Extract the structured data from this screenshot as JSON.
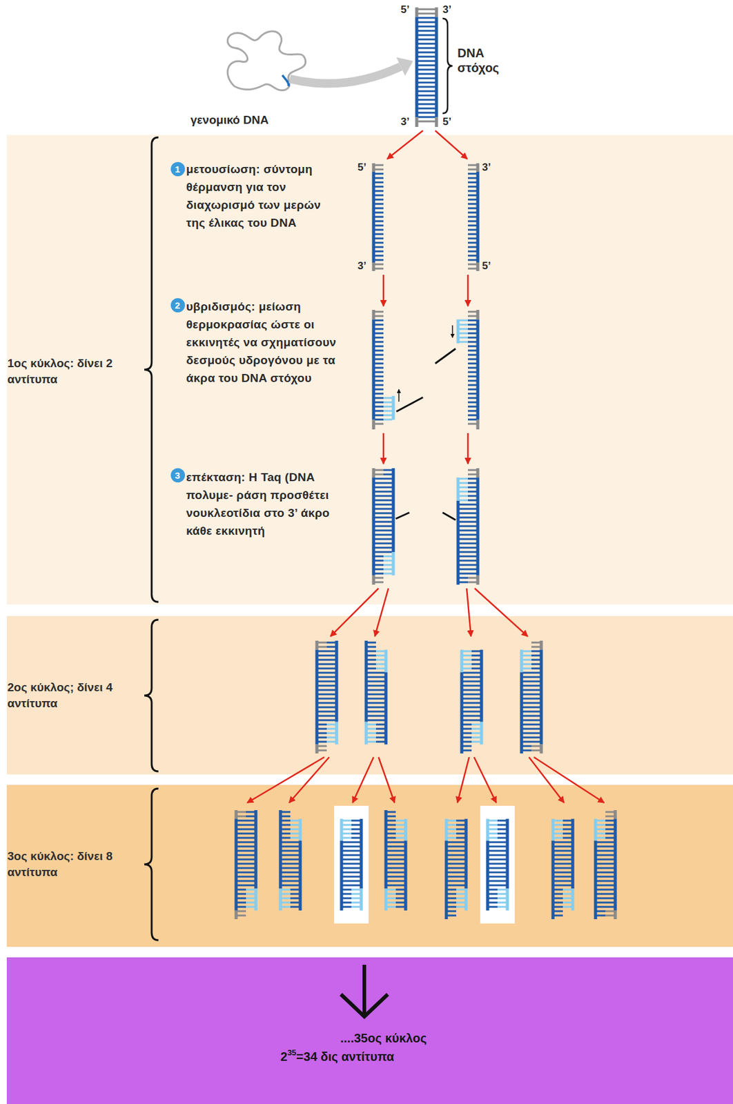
{
  "diagram": {
    "nodes": [
      {
        "text": [
          "1ος κύκλος: δίνει 2 αντίτυπα"
        ]
      },
      {
        "text": [
          "1"
        ],
        "in": 0
      },
      {
        "text": [
          "2"
        ],
        "in": 0
      },
      {
        "text": [
          "3"
        ],
        "in": 0
      },
      {
        "text": [
          "2ος κύκλος; δίνει 4 αντίτυπα"
        ]
      },
      {
        "text": [
          "3ος κύκλος: δίνει 8 αντίτυπα"
        ]
      },
      {
        "text": [
          "....35ος κύκλος",
          "2",
          "35",
          "=34 δις αντίτυπα"
        ]
      }
    ],
    "labels": [
      "γενομικό DNA",
      "5’",
      "3’",
      "3’",
      "5’",
      "DNA στόχος",
      "μετουσίωση: σύντομη θέρμανση για τον διαχωρισμό των μερών της έλικας του DNA",
      "υβριδισμός: μείωση θερμοκρασίας ώστε οι εκκινητές να σχηματίσουν δεσμούς υδρογόνου με τα άκρα του DNA στόχου",
      "επέκταση: Η Taq (DNA πολυμε- ράση προσθέτει νουκλεοτίδια στο 3’ άκρο κάθε εκκινητή",
      "5’",
      "3’",
      "3’",
      "5’"
    ]
  }
}
